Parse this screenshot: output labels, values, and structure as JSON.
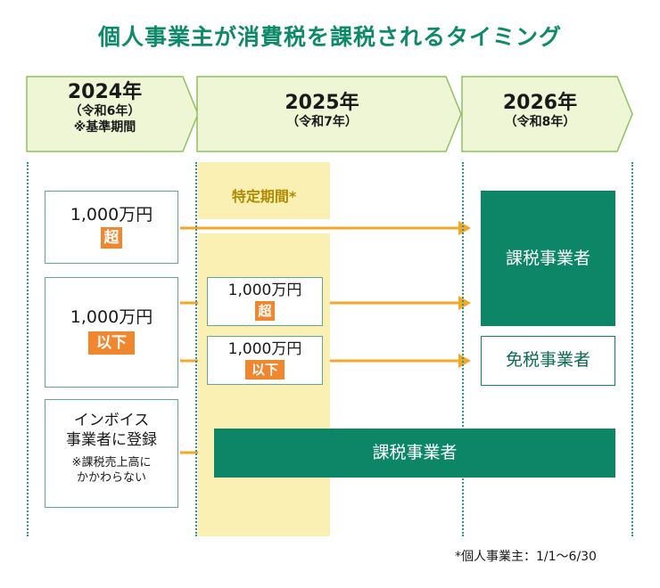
{
  "title": "個人事業主が消費税を課税されるタイミング",
  "years": [
    {
      "year": "2024年",
      "era": "（令和6年）",
      "note": "※基準期間"
    },
    {
      "year": "2025年",
      "era": "（令和7年）"
    },
    {
      "year": "2026年",
      "era": "（令和8年）"
    }
  ],
  "specific_period": "特定期間*",
  "rows": {
    "over": {
      "amount": "1,000万円",
      "tag": "超"
    },
    "under": {
      "amount": "1,000万円",
      "tag": "以下"
    },
    "under_over": {
      "amount": "1,000万円",
      "tag": "超"
    },
    "under_under": {
      "amount": "1,000万円",
      "tag": "以下"
    },
    "invoice": {
      "line1": "インボイス",
      "line2": "事業者に登録",
      "sub1": "※課税売上高に",
      "sub2": "かかわらない"
    }
  },
  "results": {
    "taxable": "課税事業者",
    "exempt": "免税事業者",
    "invoice_taxable": "課税事業者"
  },
  "footnote": "*個人事業主：1/1〜6/30",
  "colors": {
    "green": "#0d8567",
    "orange": "#f0862e",
    "arrow": "#f4a72a",
    "year_bg": "#eef6d6",
    "period_bg": "#fbf0b3"
  }
}
